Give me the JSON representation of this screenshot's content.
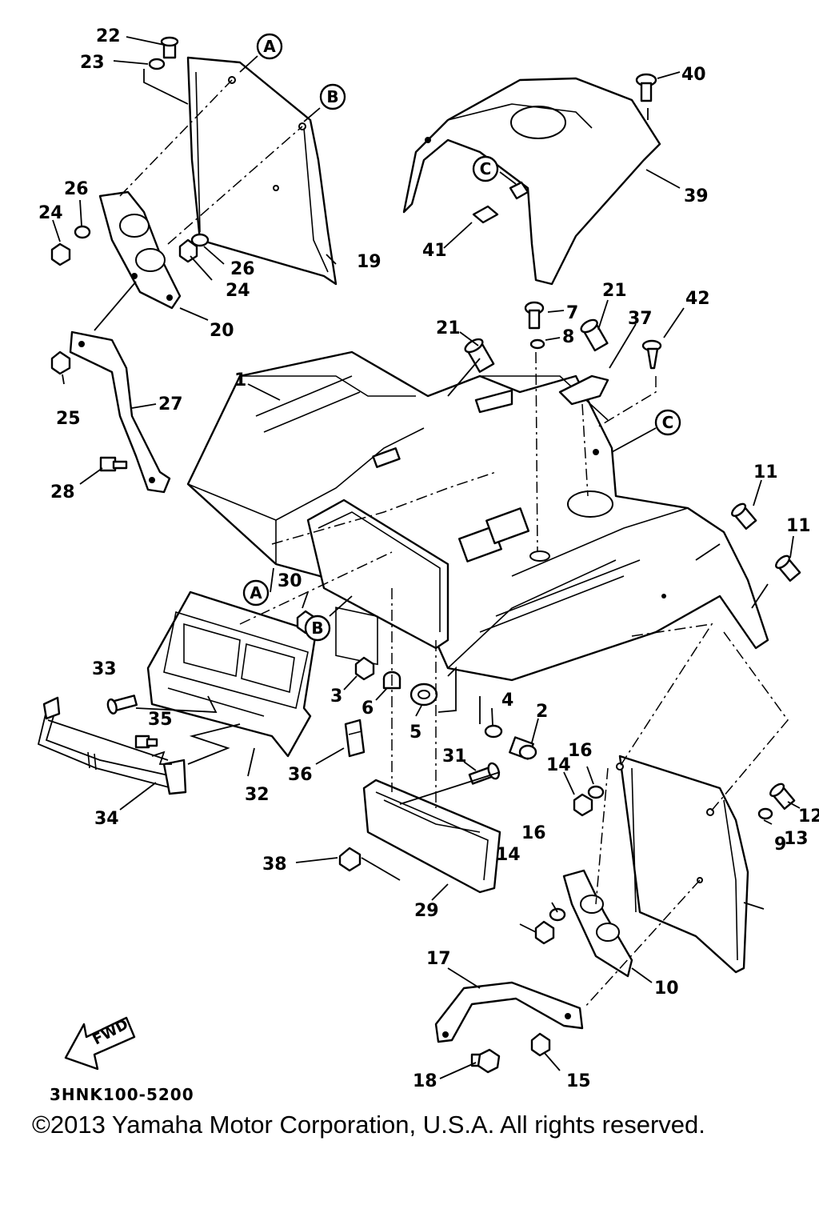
{
  "diagram": {
    "part_numbers": [
      "1",
      "2",
      "3",
      "4",
      "5",
      "6",
      "7",
      "8",
      "9",
      "10",
      "11",
      "12",
      "13",
      "14",
      "15",
      "16",
      "17",
      "18",
      "19",
      "20",
      "21",
      "22",
      "23",
      "24",
      "25",
      "26",
      "27",
      "28",
      "29",
      "30",
      "31",
      "32",
      "33",
      "34",
      "35",
      "36",
      "37",
      "38",
      "39",
      "40",
      "41",
      "42"
    ],
    "reference_markers": [
      "A",
      "B",
      "C"
    ],
    "fwd_label": "FWD",
    "code": "3HNK100-5200"
  },
  "footer": {
    "copyright": "©2013 Yamaha Motor Corporation, U.S.A. All rights reserved."
  }
}
